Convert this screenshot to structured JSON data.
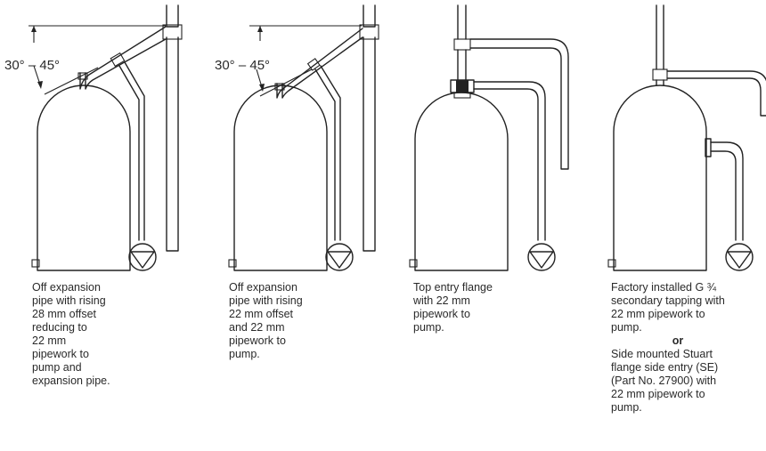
{
  "diagrams": [
    {
      "angle_label": "30° – 45°",
      "caption": [
        "Off expansion",
        "pipe with rising",
        "28 mm offset",
        "reducing to",
        "22 mm",
        "pipework to",
        "pump and",
        "expansion pipe."
      ]
    },
    {
      "angle_label": "30° – 45°",
      "caption": [
        "Off expansion",
        "pipe with rising",
        "22 mm offset",
        "and 22 mm",
        "pipework to",
        "pump."
      ]
    },
    {
      "caption": [
        "Top entry flange",
        "with 22 mm",
        "pipework to",
        "pump."
      ]
    },
    {
      "caption": [
        "Factory installed G ¾",
        "secondary tapping with",
        "22 mm pipework to",
        "pump."
      ],
      "or_text": "or",
      "caption_alt": [
        "Side mounted Stuart",
        "flange side entry (SE)",
        "(Part No. 27900) with",
        "22 mm pipework to",
        "pump."
      ]
    }
  ]
}
